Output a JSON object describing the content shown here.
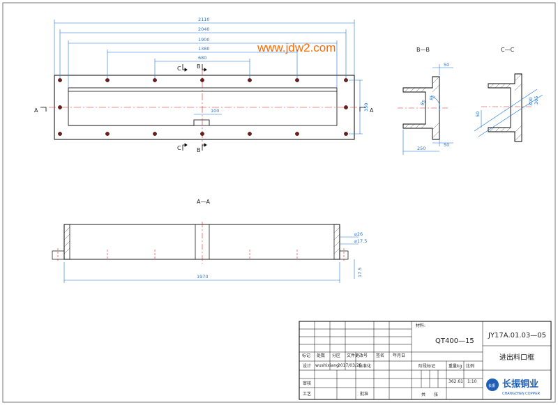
{
  "watermark": "www.jdw2.com",
  "plan": {
    "dims": {
      "d2110": "2110",
      "d2040": "2040",
      "d1900": "1900",
      "d1380": "1380",
      "d680": "680",
      "d100": "100",
      "d350": "350"
    },
    "cut_c_top": "C",
    "cut_b_top": "B",
    "cut_c_bot": "C",
    "cut_b_bot": "B",
    "cut_a_left": "A",
    "cut_a_right": "A"
  },
  "section_bb": {
    "title": "B—B",
    "d50a": "50",
    "d50b": "50",
    "d250": "250",
    "d85": "85",
    "d95": "95"
  },
  "section_cc": {
    "title": "C—C",
    "d50": "50",
    "d300": "300",
    "d305": "305"
  },
  "section_aa": {
    "title": "A—A",
    "d1970": "1970",
    "d26": "⌀26",
    "d175": "⌀17.5",
    "d175v": "17.5"
  },
  "title_block": {
    "h_mark": "标记",
    "h_count": "处数",
    "h_zone": "分区",
    "h_doc": "文件更改号",
    "h_sign": "签名",
    "h_date": "年月日",
    "design": "设计",
    "designer": "wushixiang",
    "design_date": "2017/03/25",
    "standard": "标准化",
    "review": "审核",
    "process": "工艺",
    "approve": "批准",
    "material_label": "材料:",
    "material": "QT400—15",
    "drawing_no": "JY17A.01.03—05",
    "part_name": "进出料口框",
    "stage_mark": "阶段标记",
    "weight_label": "重量kg",
    "scale_label": "比例",
    "weight": "362.61",
    "scale": "1:10",
    "sheets": "共",
    "sheet": "张",
    "company": "长振铜业",
    "company_en": "CHANGZHEN COPPER",
    "logo_text": "长振"
  }
}
